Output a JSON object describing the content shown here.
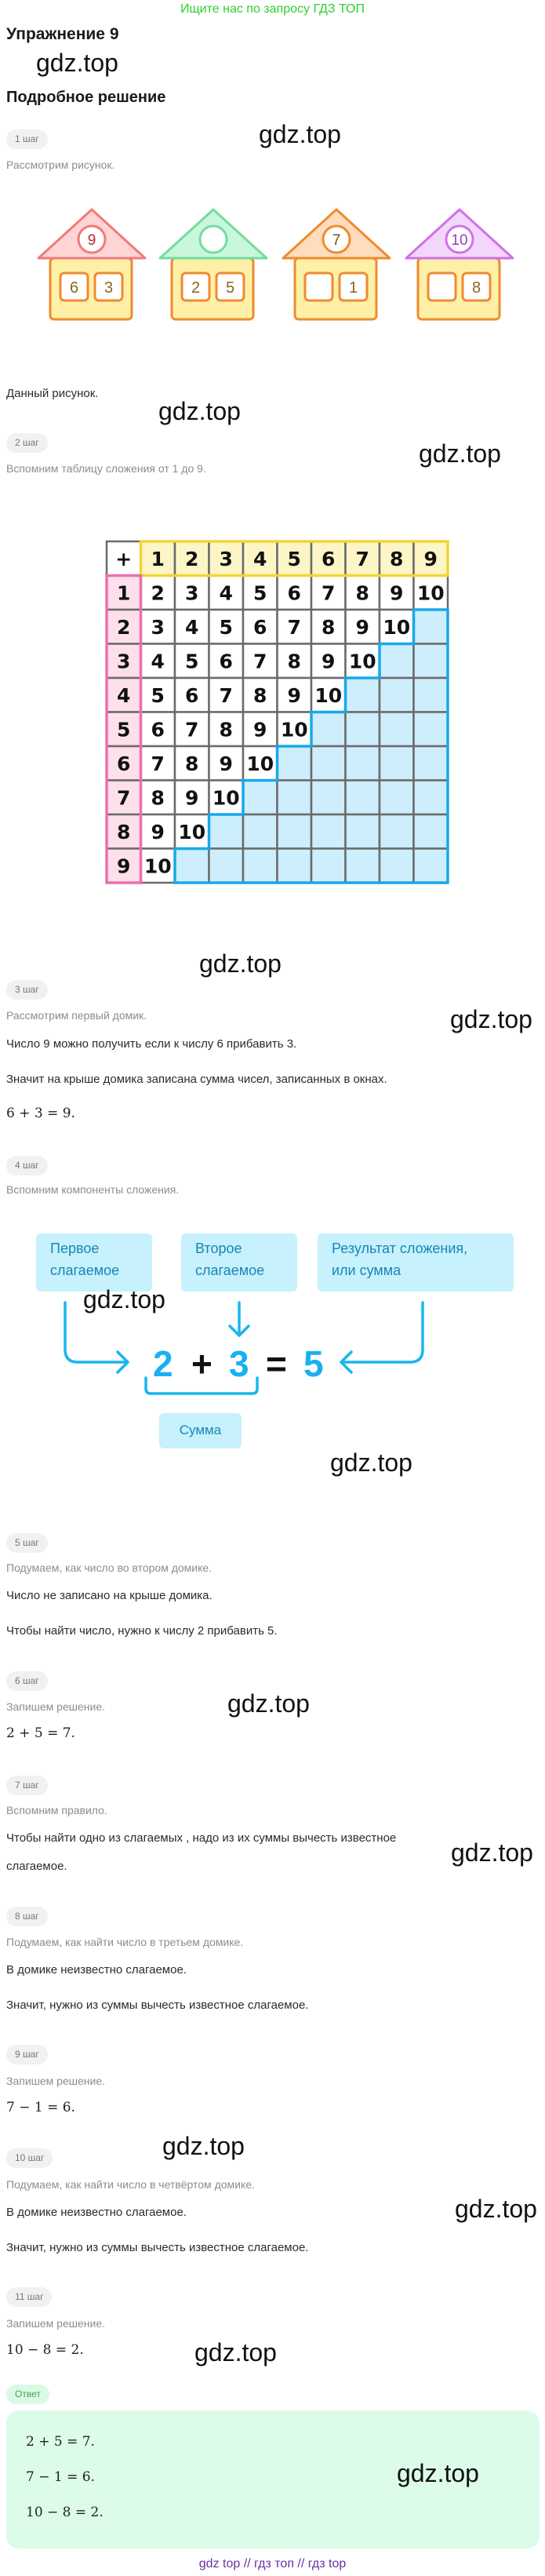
{
  "banner": "Ищите нас по запросу ГДЗ ТОП",
  "title": "Упражнение 9",
  "subtitle": "Подробное решение",
  "watermark": "gdz.top",
  "houses": [
    {
      "roof": "9",
      "windows": [
        "6",
        "3"
      ],
      "roof_fill": "#ffd4d4",
      "roof_stroke": "#f07a7a",
      "num_color": "#c8203c"
    },
    {
      "roof": "",
      "windows": [
        "2",
        "5"
      ],
      "roof_fill": "#c8f7db",
      "roof_stroke": "#72dc9e",
      "num_color": "#2a8a50"
    },
    {
      "roof": "7",
      "windows": [
        "",
        "1"
      ],
      "roof_fill": "#ffdcbd",
      "roof_stroke": "#f08a2c",
      "num_color": "#7a4a18"
    },
    {
      "roof": "10",
      "windows": [
        "",
        "8"
      ],
      "roof_fill": "#f3d6fb",
      "roof_stroke": "#d270ea",
      "num_color": "#9a3cc4"
    }
  ],
  "colors": {
    "body_fill": "#fff0a8",
    "body_stroke": "#f08a30",
    "window_text": "#8a6420",
    "table_header": "#fdf5c6",
    "table_header_border": "#f2d534",
    "table_side": "#fde0ec",
    "table_side_border": "#ec6fae",
    "table_blue": "#cdeefc",
    "table_blue_border": "#18a8ea",
    "accent": "#18b0f0"
  },
  "steps": {
    "s1": {
      "badge": "1 шаг",
      "hint": "Рассмотрим рисунок.",
      "text": "Данный рисунок."
    },
    "s2": {
      "badge": "2 шаг",
      "hint": "Вспомним таблицу сложения от 1 до 9."
    },
    "s3": {
      "badge": "3 шаг",
      "hint": "Рассмотрим первый домик.",
      "line1": "Число 9 можно получить если к числу 6 прибавить 3.",
      "line2": "Значит на крыше домика записана сумма чисел, записанных в окнах.",
      "math": "6 + 3 = 9."
    },
    "s4": {
      "badge": "4 шаг",
      "hint": "Вспомним компоненты сложения."
    },
    "s5": {
      "badge": "5 шаг",
      "hint": "Подумаем, как число во втором домике.",
      "line1": "Число не записано на крыше домика.",
      "line2": "Чтобы найти число, нужно к числу 2 прибавить 5."
    },
    "s6": {
      "badge": "6 шаг",
      "hint": "Запишем решение.",
      "math": "2 + 5 = 7."
    },
    "s7": {
      "badge": "7 шаг",
      "hint": "Вспомним правило.",
      "line1": "Чтобы найти одно из слагаемых , надо из их суммы вычесть известное",
      "line2": "слагаемое."
    },
    "s8": {
      "badge": "8 шаг",
      "hint": "Подумаем, как найти число в третьем домике.",
      "line1": "В домике неизвестно слагаемое.",
      "line2": "Значит, нужно из суммы вычесть известное слагаемое."
    },
    "s9": {
      "badge": "9 шаг",
      "hint": "Запишем решение.",
      "math": "7 − 1 = 6."
    },
    "s10": {
      "badge": "10 шаг",
      "hint": "Подумаем, как найти число в четвёртом домике.",
      "line1": "В домике неизвестно слагаемое.",
      "line2": "Значит, нужно из суммы вычесть известное слагаемое."
    },
    "s11": {
      "badge": "11 шаг",
      "hint": "Запишем решение.",
      "math": "10 − 8 = 2."
    }
  },
  "table": {
    "corner": "+",
    "header": [
      "1",
      "2",
      "3",
      "4",
      "5",
      "6",
      "7",
      "8",
      "9"
    ],
    "rows": [
      [
        "1",
        "2",
        "3",
        "4",
        "5",
        "6",
        "7",
        "8",
        "9",
        "10"
      ],
      [
        "2",
        "3",
        "4",
        "5",
        "6",
        "7",
        "8",
        "9",
        "10",
        ""
      ],
      [
        "3",
        "4",
        "5",
        "6",
        "7",
        "8",
        "9",
        "10",
        "",
        ""
      ],
      [
        "4",
        "5",
        "6",
        "7",
        "8",
        "9",
        "10",
        "",
        "",
        ""
      ],
      [
        "5",
        "6",
        "7",
        "8",
        "9",
        "10",
        "",
        "",
        "",
        ""
      ],
      [
        "6",
        "7",
        "8",
        "9",
        "10",
        "",
        "",
        "",
        "",
        ""
      ],
      [
        "7",
        "8",
        "9",
        "10",
        "",
        "",
        "",
        "",
        "",
        ""
      ],
      [
        "8",
        "9",
        "10",
        "",
        "",
        "",
        "",
        "",
        "",
        ""
      ],
      [
        "9",
        "10",
        "",
        "",
        "",
        "",
        "",
        "",
        "",
        ""
      ]
    ]
  },
  "diagram": {
    "box1": [
      "Первое",
      "слагаемое"
    ],
    "box2": [
      "Второе",
      "слагаемое"
    ],
    "box3": [
      "Результат сложения,",
      "или сумма"
    ],
    "a": "2",
    "plus": "+",
    "b": "3",
    "eq": "=",
    "c": "5",
    "sum_label": "Сумма"
  },
  "answer": {
    "badge": "Ответ",
    "lines": [
      "2 + 5 = 7.",
      "7 − 1 = 6.",
      "10 − 8 = 2."
    ]
  },
  "footer": "gdz top  //  гдз топ  //  гдз top"
}
